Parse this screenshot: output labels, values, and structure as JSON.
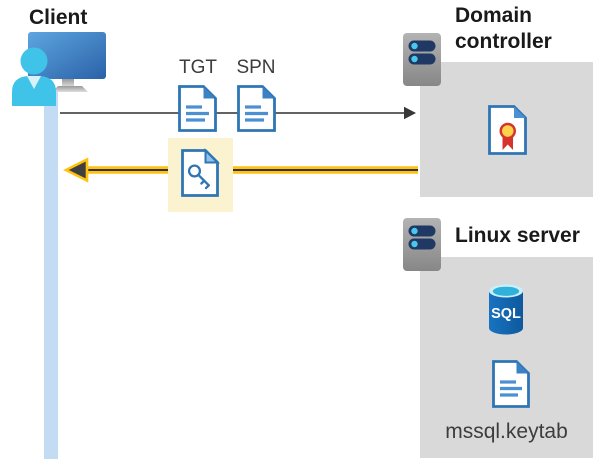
{
  "diagram": {
    "title_implicit": "Kerberos TGT/SPN flow between client, domain controller and Linux server",
    "labels": {
      "client": "Client",
      "domain_controller": "Domain controller",
      "linux_server": "Linux server",
      "tgt": "TGT",
      "spn": "SPN",
      "sql": "SQL",
      "mssql_keytab": "mssql.keytab"
    },
    "arrows": [
      {
        "name": "client-to-domain-controller",
        "direction": "right",
        "color": "#4d4d4d",
        "style": "thin"
      },
      {
        "name": "domain-controller-to-client",
        "direction": "left",
        "color": "#ffc20e",
        "style": "thick-highlighted"
      }
    ],
    "icons": [
      {
        "name": "client-icon",
        "meaning": "user at computer"
      },
      {
        "name": "server-icon",
        "meaning": "domain controller server"
      },
      {
        "name": "document-icon-tgt",
        "meaning": "ticket granting ticket document"
      },
      {
        "name": "document-icon-spn",
        "meaning": "service principal name document"
      },
      {
        "name": "key-document-icon",
        "meaning": "service ticket with key (highlighted)"
      },
      {
        "name": "certificate-icon",
        "meaning": "certificate on domain controller"
      },
      {
        "name": "server-icon",
        "meaning": "linux server"
      },
      {
        "name": "sql-database-icon",
        "meaning": "SQL Server database"
      },
      {
        "name": "document-icon-keytab",
        "meaning": "mssql.keytab file"
      }
    ],
    "colors": {
      "accent_yellow": "#ffc20e",
      "highlight_yellow": "#fbf3cf",
      "icon_blue": "#2e75b6",
      "doc_line_blue": "#4a90d2",
      "monitor_blue": "#3c79c0",
      "person_cyan": "#3fc3e8",
      "bar_blue": "#c3dcf3",
      "box_gray": "#d9d9d9",
      "server_navy": "#1f3864",
      "server_dot_cyan": "#49c7ec",
      "sql_body_blue": "#1467b0",
      "sql_top_cyan": "#2fb1dc",
      "cert_red": "#d6332c",
      "cert_gold": "#ffd24c",
      "arrow_gray": "#4d4d4d",
      "text_dark": "#1a1a1a"
    }
  }
}
